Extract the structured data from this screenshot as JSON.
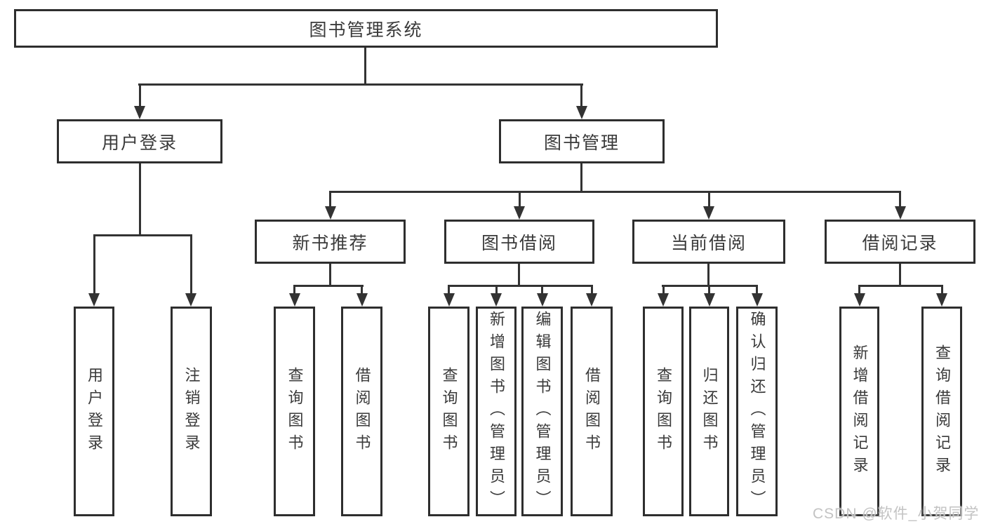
{
  "diagram": {
    "title": "图书管理系统",
    "branches": [
      {
        "label": "用户登录",
        "children": [
          "用户登录",
          "注销登录"
        ]
      },
      {
        "label": "图书管理",
        "sections": [
          {
            "label": "新书推荐",
            "children": [
              "查询图书",
              "借阅图书"
            ]
          },
          {
            "label": "图书借阅",
            "children": [
              "查询图书",
              "新增图书（管理员）",
              "编辑图书（管理员）",
              "借阅图书"
            ]
          },
          {
            "label": "当前借阅",
            "children": [
              "查询图书",
              "归还图书",
              "确认归还（管理员）"
            ]
          },
          {
            "label": "借阅记录",
            "children": [
              "新增借阅记录",
              "查询借阅记录"
            ]
          }
        ]
      }
    ]
  },
  "watermark": "CSDN @软件_小贺同学",
  "colors": {
    "line": "#333333",
    "text": "#3a3a3a",
    "watermark": "#c3c3c3",
    "background": "#ffffff"
  }
}
